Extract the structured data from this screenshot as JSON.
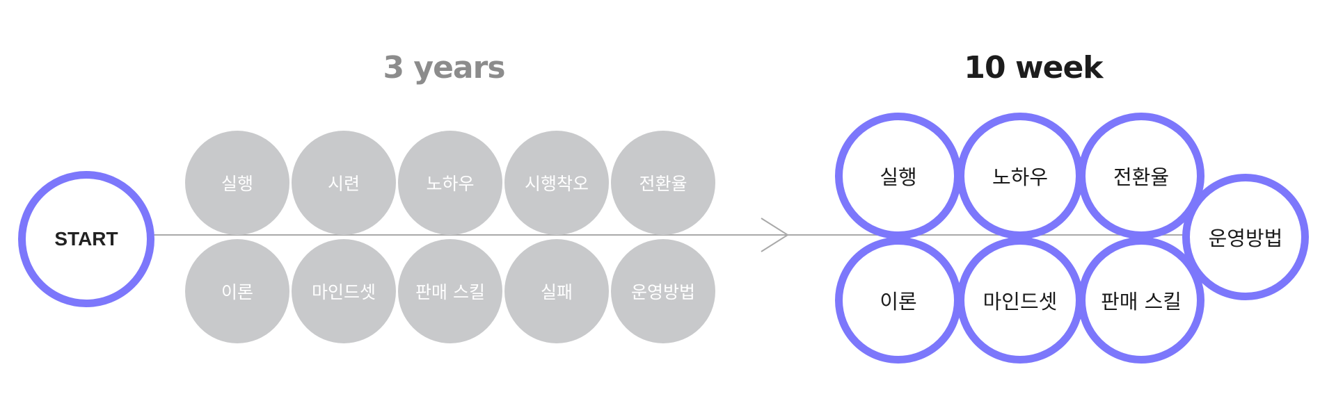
{
  "start_label": "START",
  "old_title": "3 years",
  "new_title": "10 week",
  "old_process": [
    "실행",
    "시련",
    "노하우",
    "시행착오",
    "전환율",
    "이론",
    "마인드셋",
    "판매 스킬",
    "실패",
    "운영방법"
  ],
  "new_process": [
    "실행",
    "노하우",
    "전환율",
    "운영방법",
    "이론",
    "마인드셋",
    "판매 스킬"
  ],
  "colors": {
    "accent": "#7c77fb",
    "grey_circle": "#c8c9cb",
    "old_title": "#8c8c8c",
    "new_title": "#1c1c1c",
    "line": "#a9a9a9"
  }
}
